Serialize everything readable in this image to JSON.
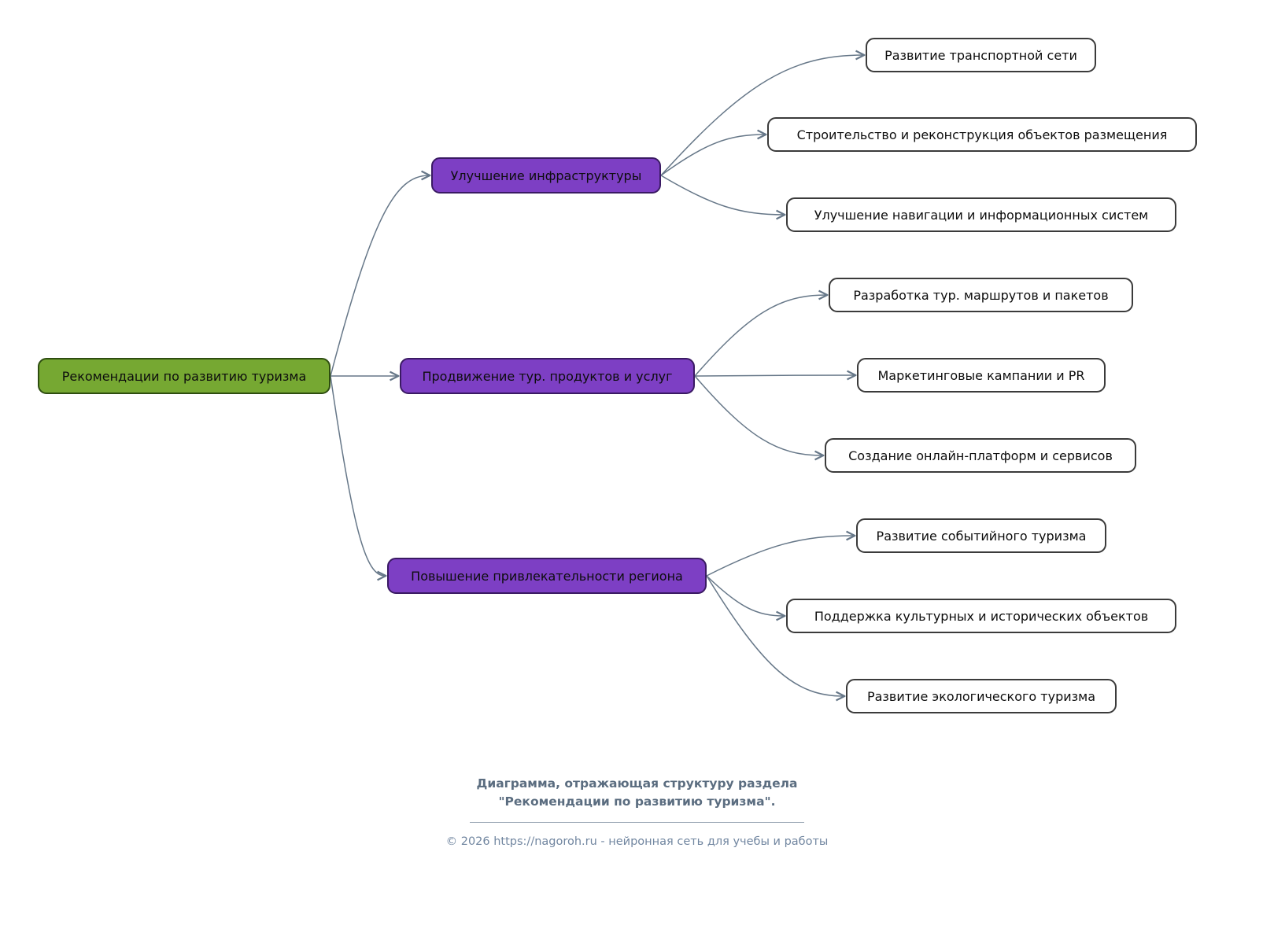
{
  "palette": {
    "root_fill": "#76a832",
    "root_border": "#2e4d10",
    "branch_fill": "#7d3fc4",
    "branch_border": "#3a1a63",
    "leaf_fill": "#ffffff",
    "leaf_border": "#3b3b3b",
    "edge_color": "#667788",
    "caption_color": "#5b6d80",
    "footer_color": "#7186a0"
  },
  "mindmap": {
    "root": {
      "label": "Рекомендации по развитию туризма"
    },
    "branches": [
      {
        "label": "Улучшение инфраструктуры",
        "children": [
          "Развитие транспортной сети",
          "Строительство и реконструкция объектов размещения",
          "Улучшение навигации и информационных систем"
        ]
      },
      {
        "label": "Продвижение тур. продуктов и услуг",
        "children": [
          "Разработка тур. маршрутов и пакетов",
          "Маркетинговые кампании и PR",
          "Создание онлайн-платформ и сервисов"
        ]
      },
      {
        "label": "Повышение привлекательности региона",
        "children": [
          "Развитие событийного туризма",
          "Поддержка культурных и исторических объектов",
          "Развитие экологического туризма"
        ]
      }
    ]
  },
  "caption": {
    "line1": "Диаграмма, отражающая структуру раздела",
    "line2": "\"Рекомендации по развитию туризма\".",
    "footer": "© 2026 https://nagoroh.ru - нейронная сеть для учебы и работы"
  }
}
